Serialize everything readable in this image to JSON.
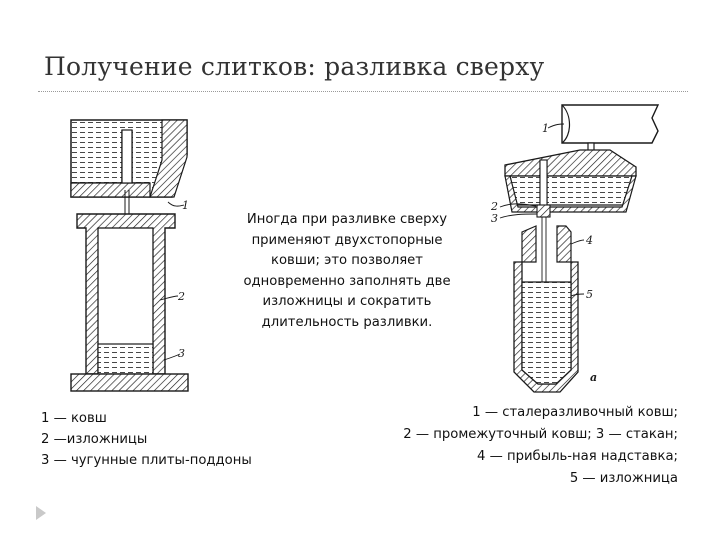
{
  "title": "Получение слитков: разливка сверху",
  "description_lines": [
    "Иногда при разливке сверху",
    "применяют двухстопорные",
    "ковши; это позволяет",
    "одновременно заполнять две",
    "изложницы и сократить",
    "длительность разливки."
  ],
  "legend_left": [
    "1 — ковш",
    "2 —изложницы",
    "3 — чугунные плиты-поддоны"
  ],
  "legend_right": [
    "1 — сталеразливочный ковш;",
    "2 — промежуточный ковш; 3 — стакан;",
    "4 — прибыль-ная надставка;",
    "5 — изложница"
  ],
  "left_figure_labels": [
    "1",
    "2",
    "3"
  ],
  "right_figure_labels": [
    "1",
    "2",
    "3",
    "4",
    "5",
    "a"
  ],
  "colors": {
    "ink": "#1a1a1a",
    "title": "#333333",
    "rule": "#9a9a9a",
    "nav": "#c9c9c9"
  }
}
